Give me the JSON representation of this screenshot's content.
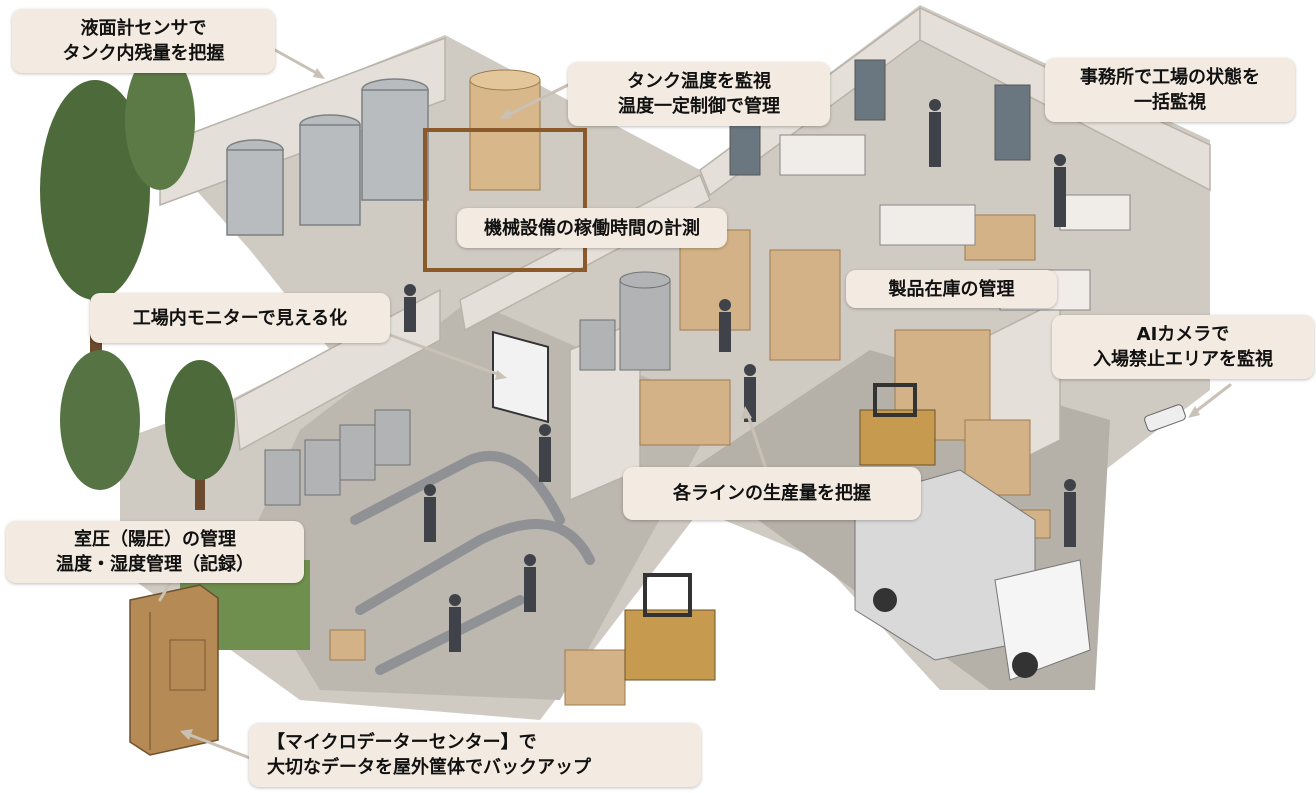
{
  "callouts": {
    "tank_level": {
      "line1": "液面計センサで",
      "line2": "タンク内残量を把握"
    },
    "tank_temp": {
      "line1": "タンク温度を監視",
      "line2": "温度一定制御で管理"
    },
    "office": {
      "line1": "事務所で工場の状態を",
      "line2": "一括監視"
    },
    "machine_uptime": {
      "line1": "機械設備の稼働時間の計測"
    },
    "inventory": {
      "line1": "製品在庫の管理"
    },
    "monitor": {
      "line1": "工場内モニターで見える化"
    },
    "ai_camera": {
      "line1": "AIカメラで",
      "line2": "入場禁止エリアを監視"
    },
    "production": {
      "line1": "各ラインの生産量を把握"
    },
    "room_pressure": {
      "line1": "室圧（陽圧）の管理",
      "line2": "温度・湿度管理（記録）"
    },
    "datacenter": {
      "line1": "【マイクロデーターセンター】で",
      "line2": "大切なデータを屋外筐体でバックアップ"
    }
  },
  "colors": {
    "callout_bg": "#f3ebe1",
    "floor": "#cfcac2",
    "wall": "#e4e0d9",
    "arrow": "#c9c1b6"
  }
}
